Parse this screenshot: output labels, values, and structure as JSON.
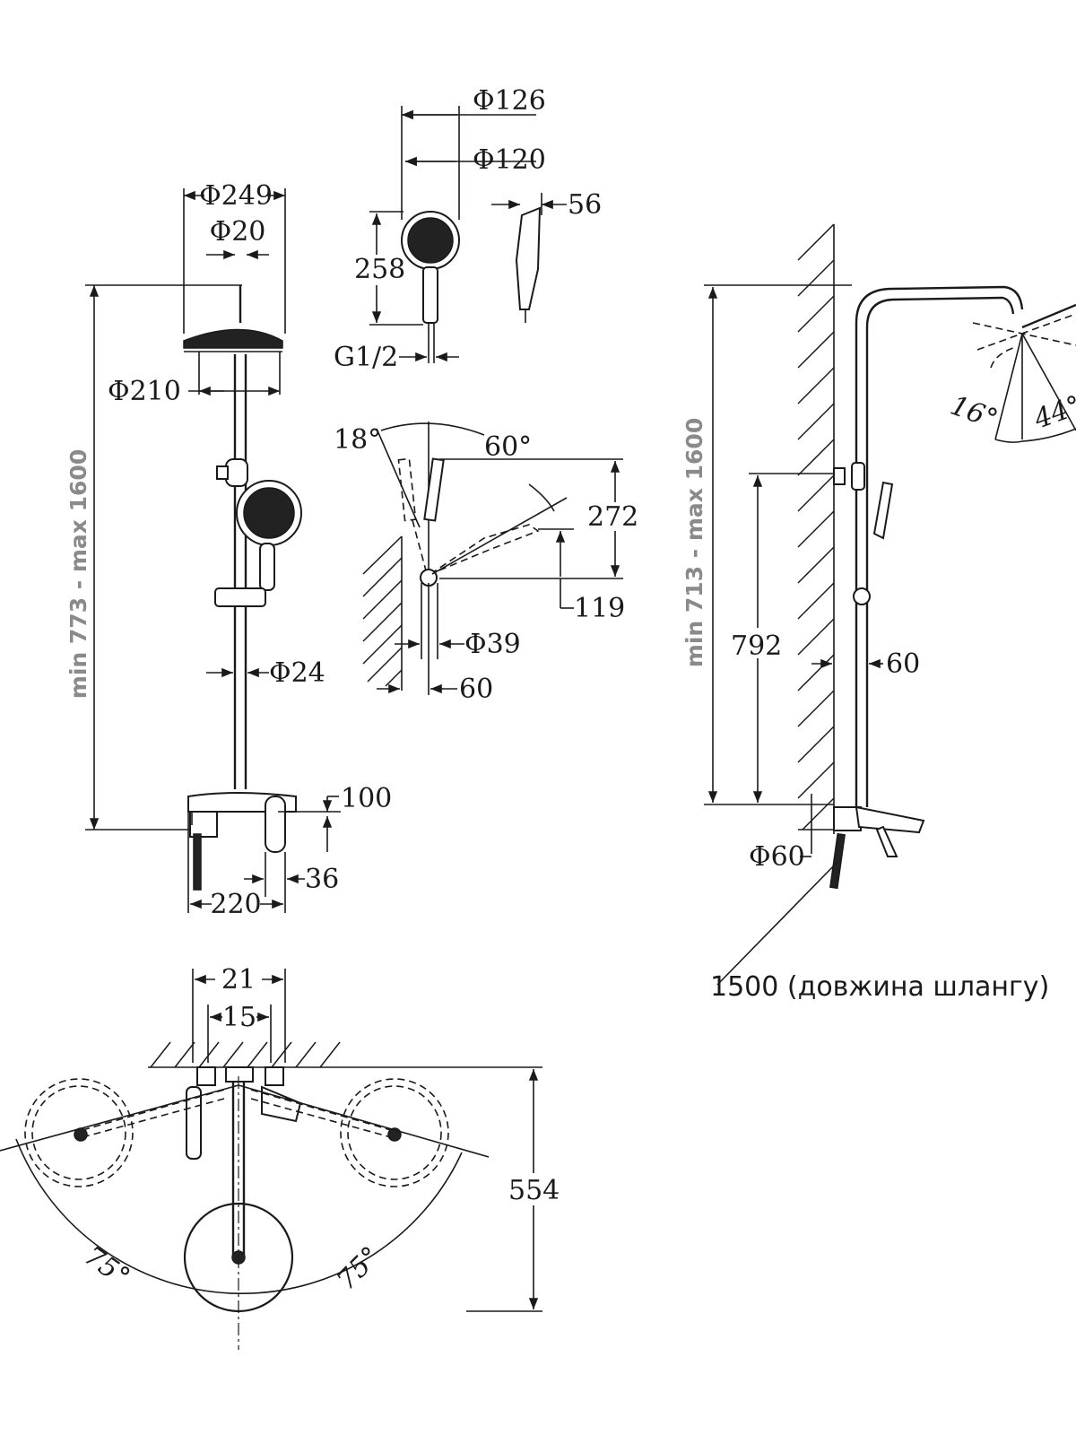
{
  "front_view": {
    "d249": "Φ249",
    "d20": "Φ20",
    "d210": "Φ210",
    "d24": "Φ24",
    "h100": "100",
    "w36": "36",
    "w220": "220",
    "height_range": "min 773 - max 1600"
  },
  "hand_shower": {
    "d126": "Φ126",
    "d120": "Φ120",
    "h258": "258",
    "thread": "G1/2",
    "w56": "56"
  },
  "holder_detail": {
    "angle18": "18°",
    "angle60": "60°",
    "h272": "272",
    "h119": "119",
    "d39": "Φ39",
    "w60": "60"
  },
  "side_view": {
    "height_range": "min 713 - max 1600",
    "h792": "792",
    "w60": "60",
    "d60": "Φ60",
    "angle16": "16°",
    "angle44": "44°",
    "hose_length": "1500 (довжина шлангу)"
  },
  "top_view": {
    "w21": "21",
    "w15": "15",
    "h554": "554",
    "angle_left": "75°",
    "angle_right": "75°"
  }
}
